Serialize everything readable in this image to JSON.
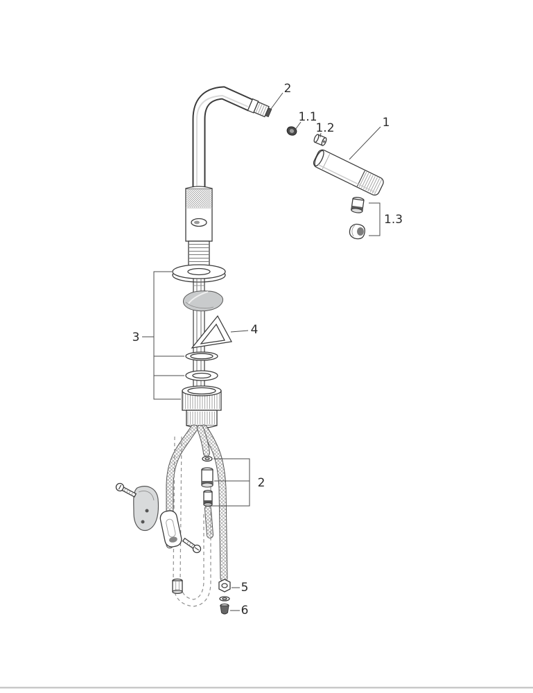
{
  "page": {
    "background": "#ffffff",
    "footer_line_color": "#c9c9c9"
  },
  "diagram": {
    "kind": "exploded-parts-diagram",
    "subject": "pull-out kitchen faucet with parts callouts",
    "callouts": [
      {
        "part": "spout-mousseur",
        "label": "2"
      },
      {
        "part": "check-valve-insert",
        "label": "1.1"
      },
      {
        "part": "adapter-nipple",
        "label": "1.2"
      },
      {
        "part": "pull-out-spray-head",
        "label": "1"
      },
      {
        "part": "hose-coupling-set",
        "label": "1.3"
      },
      {
        "part": "mounting-set",
        "label": "3"
      },
      {
        "part": "stabilizer-bracket",
        "label": "4"
      },
      {
        "part": "hose-connector-set",
        "label": "2"
      },
      {
        "part": "union-nut",
        "label": "5"
      },
      {
        "part": "non-return-valve",
        "label": "6"
      }
    ]
  }
}
